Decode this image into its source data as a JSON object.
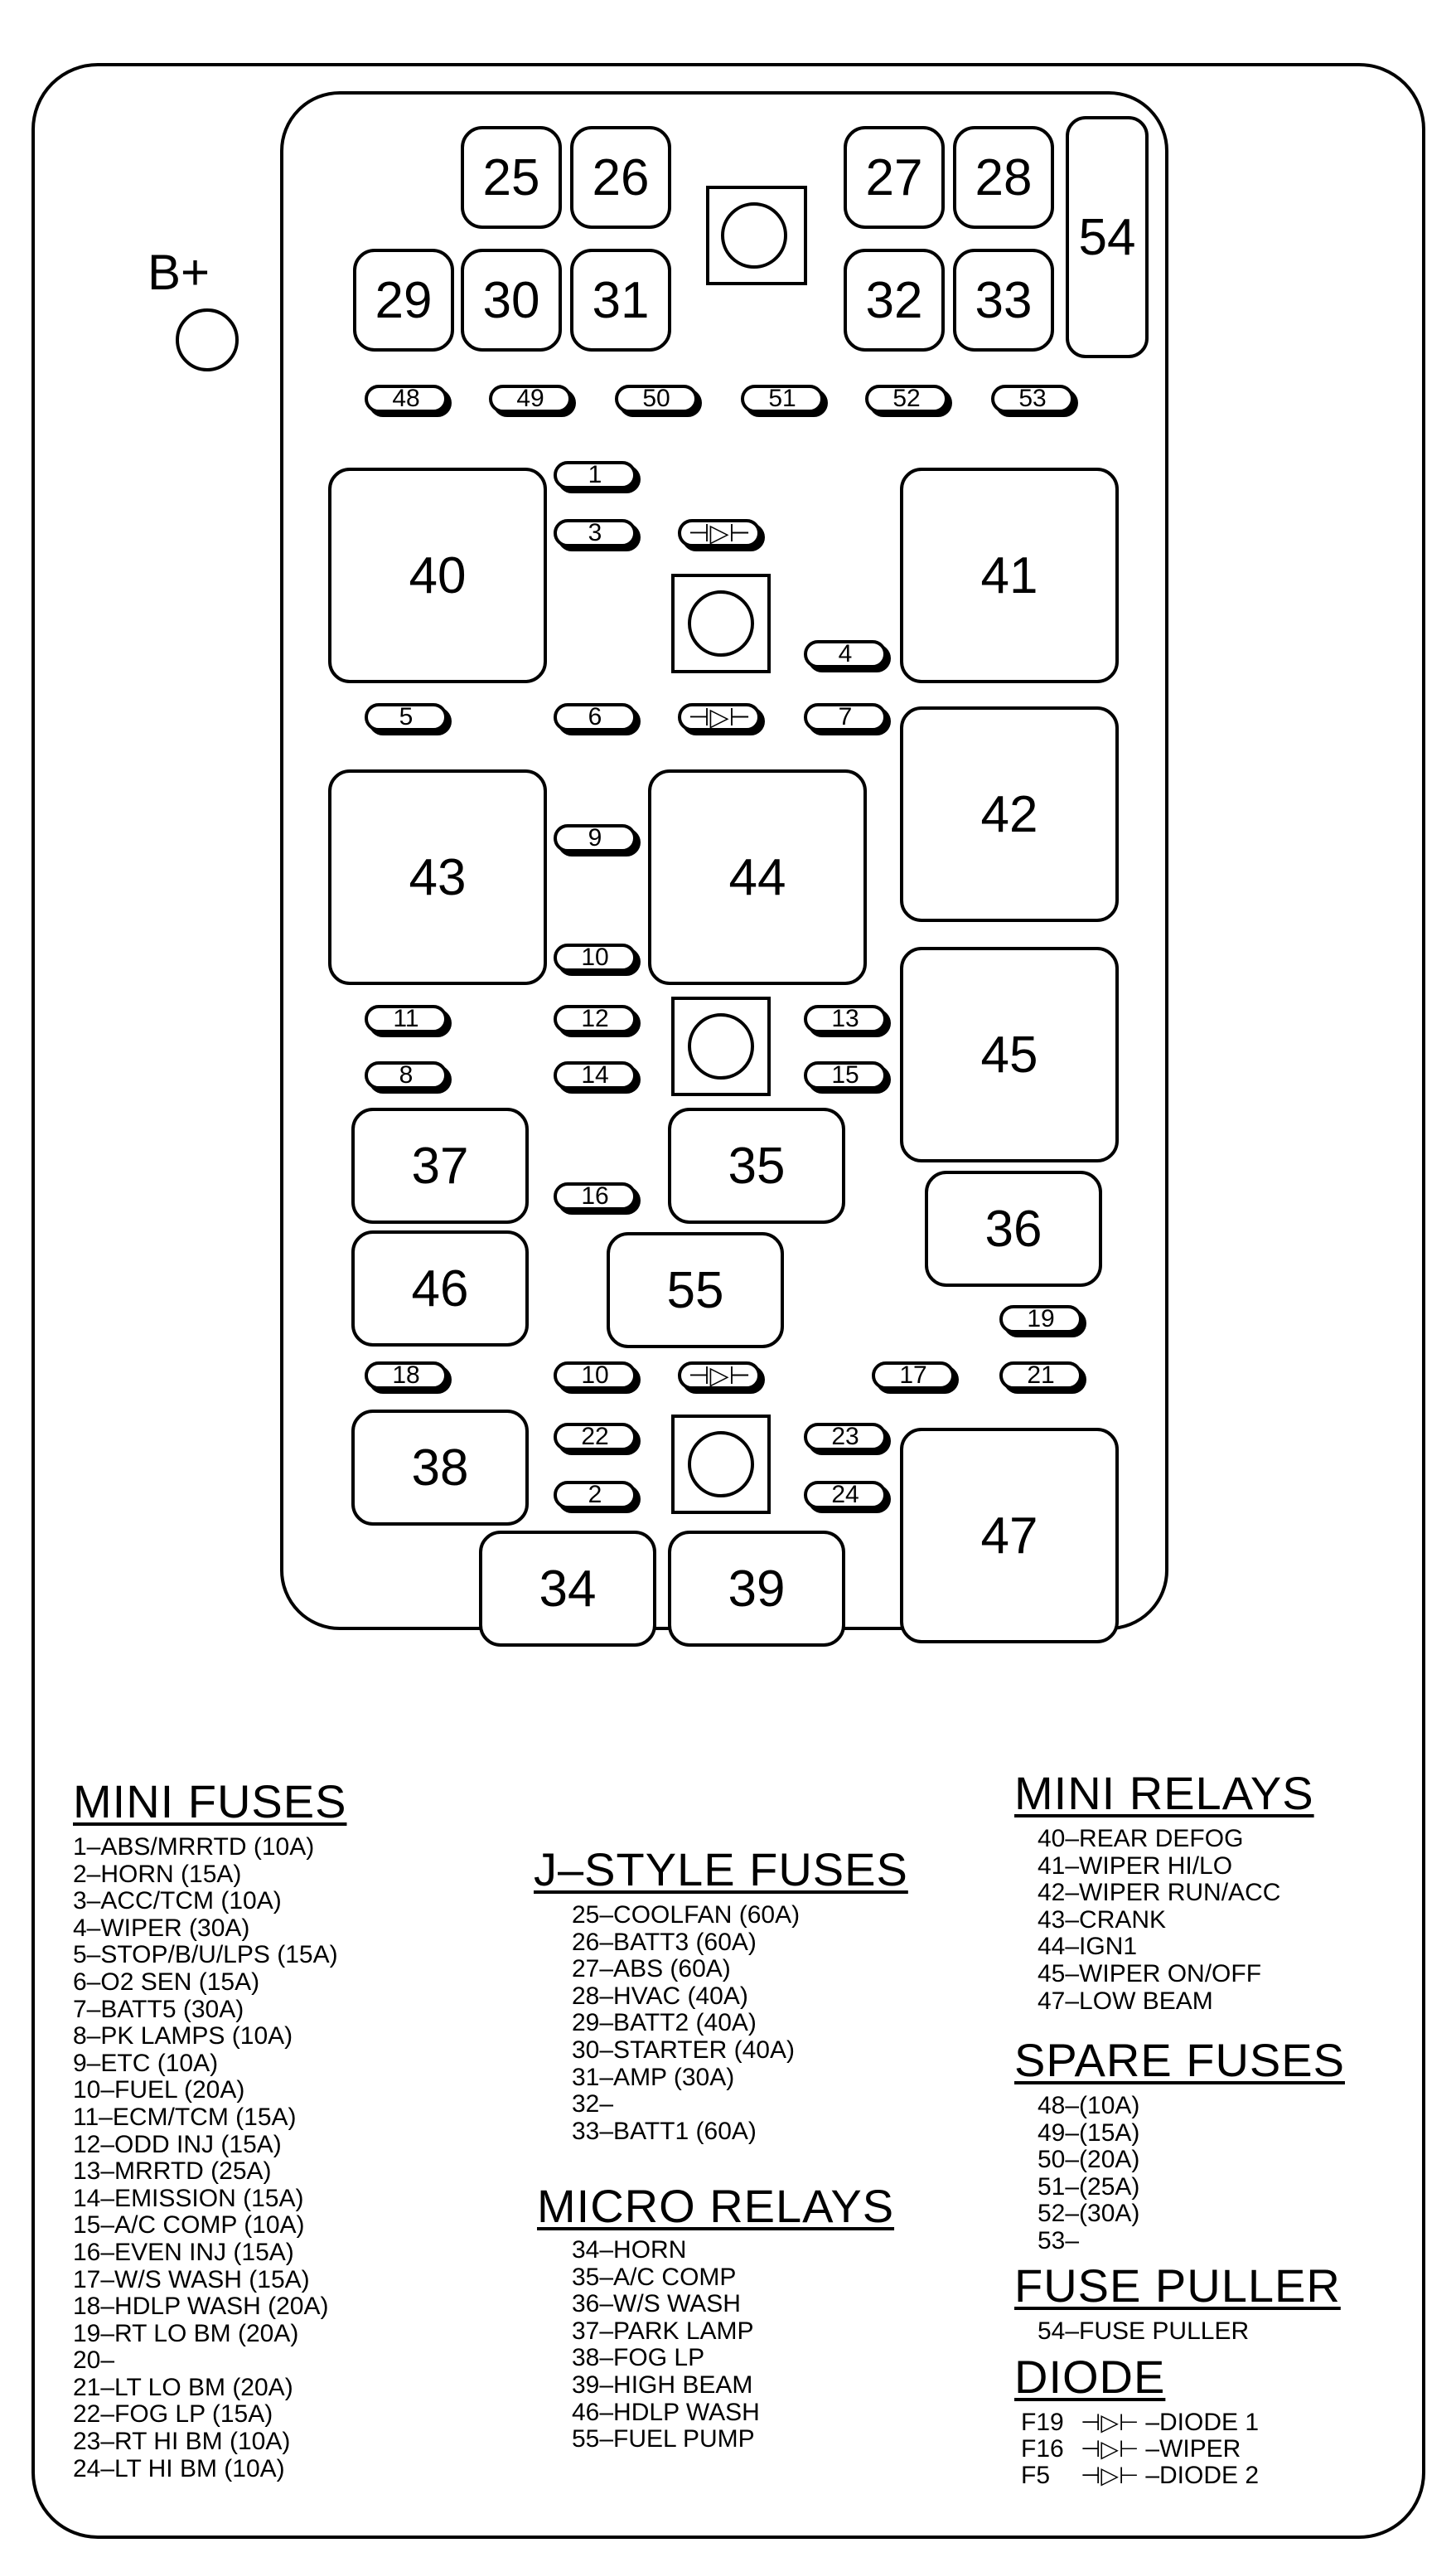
{
  "board": {
    "bplus_label": "B+",
    "relay_labels": {
      "r25": "25",
      "r26": "26",
      "r27": "27",
      "r28": "28",
      "r29": "29",
      "r30": "30",
      "r31": "31",
      "r32": "32",
      "r33": "33",
      "r54": "54",
      "r40": "40",
      "r41": "41",
      "r42": "42",
      "r43": "43",
      "r44": "44",
      "r45": "45",
      "r37": "37",
      "r35": "35",
      "r36": "36",
      "r46": "46",
      "r55": "55",
      "r38": "38",
      "r34": "34",
      "r39": "39",
      "r47": "47"
    },
    "fuse_labels": {
      "f48": "48",
      "f49": "49",
      "f50": "50",
      "f51": "51",
      "f52": "52",
      "f53": "53",
      "f1": "1",
      "f3": "3",
      "f4": "4",
      "f5": "5",
      "f6": "6",
      "f7": "7",
      "f9": "9",
      "f10a": "10",
      "f11": "11",
      "f12": "12",
      "f13": "13",
      "f8": "8",
      "f14": "14",
      "f15": "15",
      "f16": "16",
      "f19": "19",
      "f18": "18",
      "f10b": "10",
      "f17": "17",
      "f21": "21",
      "f22": "22",
      "f23": "23",
      "f2": "2",
      "f24": "24"
    },
    "diode_symbol": "⊣▷⊢"
  },
  "legend": {
    "mini_fuses": {
      "title": "MINI FUSES",
      "items": [
        "1–ABS/MRRTD (10A)",
        "2–HORN (15A)",
        "3–ACC/TCM (10A)",
        "4–WIPER (30A)",
        "5–STOP/B/U/LPS (15A)",
        "6–O2 SEN (15A)",
        "7–BATT5 (30A)",
        "8–PK LAMPS (10A)",
        "9–ETC (10A)",
        "10–FUEL (20A)",
        "11–ECM/TCM (15A)",
        "12–ODD INJ (15A)",
        "13–MRRTD (25A)",
        "14–EMISSION (15A)",
        "15–A/C COMP (10A)",
        "16–EVEN INJ (15A)",
        "17–W/S WASH (15A)",
        "18–HDLP WASH (20A)",
        "19–RT LO BM (20A)",
        "20–",
        "21–LT LO BM (20A)",
        "22–FOG LP (15A)",
        "23–RT HI BM (10A)",
        "24–LT HI BM (10A)"
      ]
    },
    "j_style_fuses": {
      "title": "J–STYLE FUSES",
      "items": [
        "25–COOLFAN (60A)",
        "26–BATT3 (60A)",
        "27–ABS (60A)",
        "28–HVAC (40A)",
        "29–BATT2 (40A)",
        "30–STARTER (40A)",
        "31–AMP (30A)",
        "32–",
        "33–BATT1 (60A)"
      ]
    },
    "micro_relays": {
      "title": "MICRO RELAYS",
      "items": [
        "34–HORN",
        "35–A/C COMP",
        "36–W/S WASH",
        "37–PARK LAMP",
        "38–FOG LP",
        "39–HIGH BEAM",
        "46–HDLP WASH",
        "55–FUEL PUMP"
      ]
    },
    "mini_relays": {
      "title": "MINI RELAYS",
      "items": [
        "40–REAR DEFOG",
        "41–WIPER HI/LO",
        "42–WIPER RUN/ACC",
        "43–CRANK",
        "44–IGN1",
        "45–WIPER ON/OFF",
        "47–LOW BEAM"
      ]
    },
    "spare_fuses": {
      "title": "SPARE FUSES",
      "items": [
        "48–(10A)",
        "49–(15A)",
        "50–(20A)",
        "51–(25A)",
        "52–(30A)",
        "53–"
      ]
    },
    "fuse_puller": {
      "title": "FUSE PULLER",
      "items": [
        "54–FUSE PULLER"
      ]
    },
    "diode": {
      "title": "DIODE",
      "items": [
        {
          "code": "F19",
          "label": "–DIODE 1"
        },
        {
          "code": "F16",
          "label": "–WIPER"
        },
        {
          "code": "F5",
          "label": "–DIODE 2"
        }
      ]
    }
  }
}
